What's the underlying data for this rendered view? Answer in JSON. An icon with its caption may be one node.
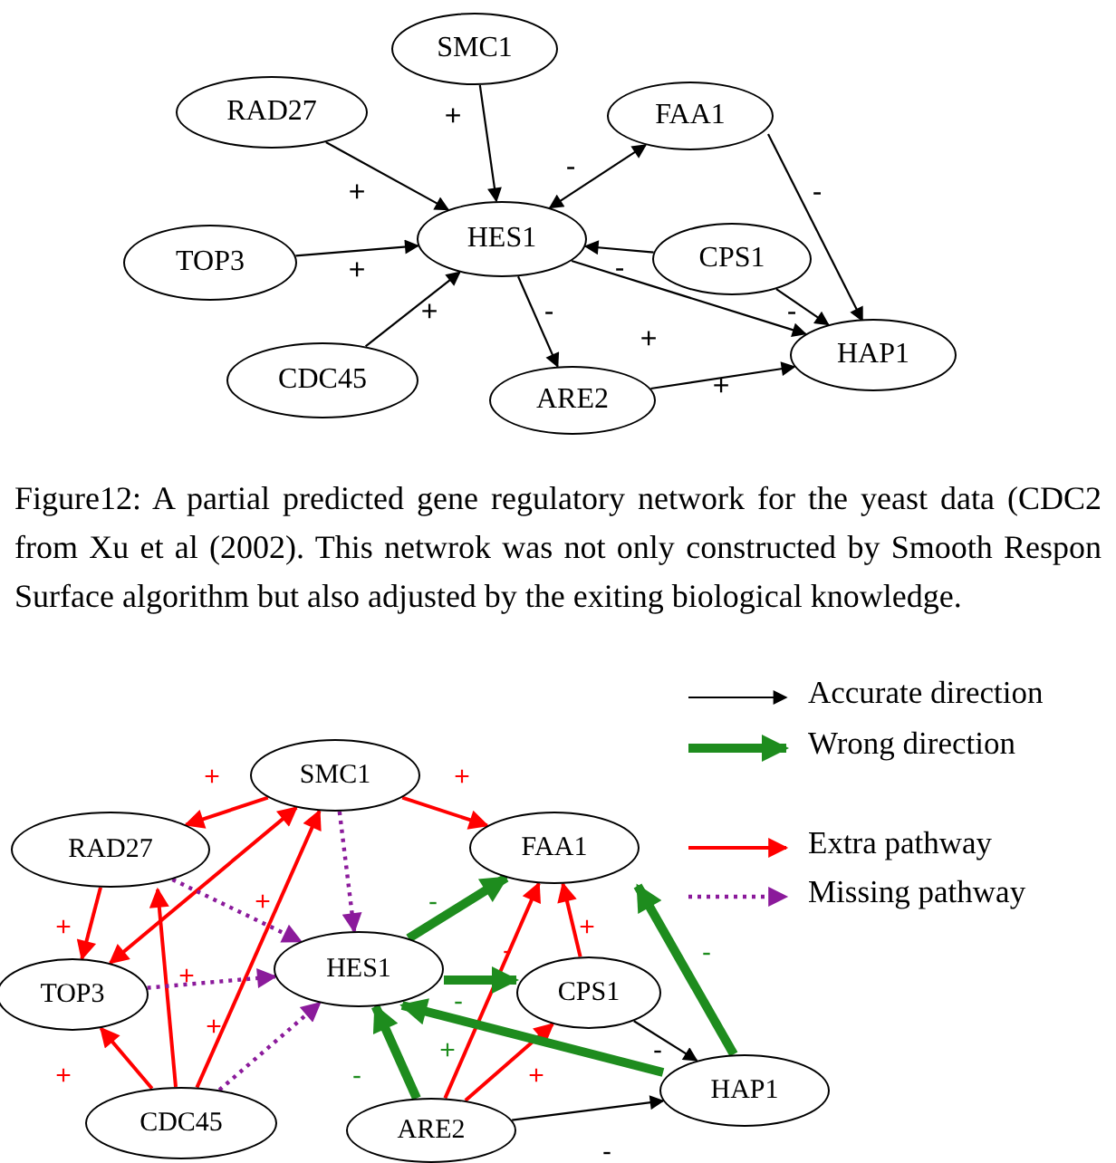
{
  "diagram": {
    "caption": "Figure12: A partial predicted gene regulatory network for the yeast data (CDC2 from Xu et al (2002). This netwrok was not only constructed by Smooth Respon Surface algorithm but also adjusted by the exiting biological knowledge.",
    "nodes": [
      {
        "text": [
          "SMC1"
        ]
      },
      {
        "text": [
          "RAD27"
        ]
      },
      {
        "text": [
          "FAA1"
        ]
      },
      {
        "text": [
          "HES1"
        ]
      },
      {
        "text": [
          "TOP3"
        ]
      },
      {
        "text": [
          "CPS1"
        ]
      },
      {
        "text": [
          "HAP1"
        ]
      },
      {
        "text": [
          "CDC45"
        ]
      },
      {
        "text": [
          "ARE2"
        ]
      },
      {
        "text": [
          "SMC1"
        ]
      },
      {
        "text": [
          "RAD27"
        ]
      },
      {
        "text": [
          "FAA1"
        ]
      },
      {
        "text": [
          "TOP3"
        ]
      },
      {
        "text": [
          "HES1"
        ]
      },
      {
        "text": [
          "CPS1"
        ]
      },
      {
        "text": [
          "HAP1"
        ]
      },
      {
        "text": [
          "CDC45"
        ]
      },
      {
        "text": [
          "ARE2"
        ]
      }
    ],
    "edges": [
      {
        "from": 0,
        "to": 3,
        "arrow": "to",
        "label": "+"
      },
      {
        "from": 1,
        "to": 3,
        "arrow": "to",
        "label": "+"
      },
      {
        "from": 4,
        "to": 3,
        "arrow": "to",
        "label": "+"
      },
      {
        "from": 7,
        "to": 3,
        "arrow": "to",
        "label": "+"
      },
      {
        "from": 3,
        "to": 2,
        "arrow": "both",
        "label": "-"
      },
      {
        "from": 5,
        "to": 3,
        "arrow": "to",
        "label": "-"
      },
      {
        "from": 3,
        "to": 8,
        "arrow": "to",
        "label": "-"
      },
      {
        "from": 3,
        "to": 6,
        "arrow": "to",
        "label": "+"
      },
      {
        "from": 2,
        "to": 6,
        "arrow": "to",
        "label": "-"
      },
      {
        "from": 5,
        "to": 6,
        "arrow": "to",
        "label": "-"
      },
      {
        "from": 8,
        "to": 6,
        "arrow": "to",
        "label": "+"
      },
      {
        "from": 9,
        "to": 10,
        "arrow": "to",
        "label": "+",
        "color": "#ff0000"
      },
      {
        "from": 9,
        "to": 11,
        "arrow": "to",
        "label": "+",
        "color": "#ff0000"
      },
      {
        "from": 10,
        "to": 12,
        "arrow": "to",
        "label": "+",
        "color": "#ff0000"
      },
      {
        "from": 9,
        "to": 12,
        "arrow": "both",
        "label": "+",
        "color": "#ff0000"
      },
      {
        "from": 16,
        "to": 9,
        "arrow": "to",
        "label": "+",
        "color": "#ff0000"
      },
      {
        "from": 16,
        "to": 10,
        "arrow": "to",
        "label": "+",
        "color": "#ff0000"
      },
      {
        "from": 16,
        "to": 12,
        "arrow": "to",
        "label": "+",
        "color": "#ff0000"
      },
      {
        "from": 17,
        "to": 11,
        "arrow": "to",
        "label": "-",
        "color": "#ff0000"
      },
      {
        "from": 14,
        "to": 11,
        "arrow": "to",
        "label": "+",
        "color": "#ff0000"
      },
      {
        "from": 17,
        "to": 14,
        "arrow": "to",
        "label": "+",
        "color": "#ff0000"
      },
      {
        "from": 10,
        "to": 13,
        "arrow": "to",
        "style": "dashed",
        "color": "#8b1a9b"
      },
      {
        "from": 9,
        "to": 13,
        "arrow": "to",
        "style": "dashed",
        "color": "#8b1a9b"
      },
      {
        "from": 12,
        "to": 13,
        "arrow": "to",
        "style": "dashed",
        "color": "#8b1a9b"
      },
      {
        "from": 16,
        "to": 13,
        "arrow": "to",
        "style": "dashed",
        "color": "#8b1a9b"
      },
      {
        "from": 13,
        "to": 11,
        "arrow": "to",
        "label": "-",
        "style": "thick",
        "color": "#1e8c1e"
      },
      {
        "from": 13,
        "to": 14,
        "arrow": "to",
        "label": "-",
        "style": "thick",
        "color": "#1e8c1e"
      },
      {
        "from": 17,
        "to": 13,
        "arrow": "to",
        "label": "-",
        "style": "thick",
        "color": "#1e8c1e"
      },
      {
        "from": 15,
        "to": 13,
        "arrow": "to",
        "label": "+",
        "style": "thick",
        "color": "#1e8c1e"
      },
      {
        "from": 15,
        "to": 11,
        "arrow": "to",
        "label": "-",
        "style": "thick",
        "color": "#1e8c1e"
      },
      {
        "from": 14,
        "to": 15,
        "arrow": "to",
        "label": "-"
      },
      {
        "from": 17,
        "to": 15,
        "arrow": "to",
        "label": "-"
      }
    ],
    "legend": [
      {
        "text": "Accurate direction"
      },
      {
        "text": "Wrong direction"
      },
      {
        "text": "Extra pathway"
      },
      {
        "text": "Missing pathway"
      }
    ]
  }
}
